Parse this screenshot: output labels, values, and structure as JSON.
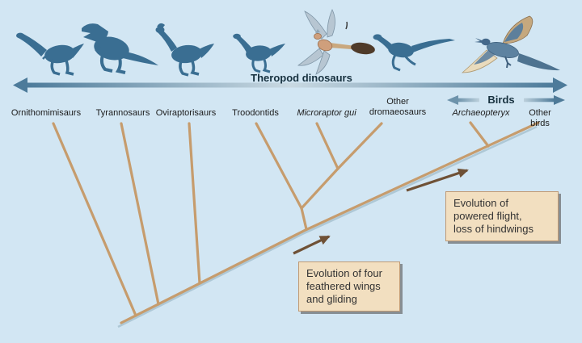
{
  "diagram": {
    "title_arrow": {
      "label": "Theropod dinosaurs"
    },
    "birds_arrow": {
      "label": "Birds"
    },
    "taxa": [
      {
        "name": "Ornithomimisaurs",
        "italic": false
      },
      {
        "name": "Tyrannosaurs",
        "italic": false
      },
      {
        "name": "Oviraptorisaurs",
        "italic": false
      },
      {
        "name": "Troodontids",
        "italic": false
      },
      {
        "name": "Microraptor gui",
        "italic": true
      },
      {
        "name": "Other\ndromaeosaurs",
        "italic": false
      },
      {
        "name": "Archaeopteryx",
        "italic": true
      },
      {
        "name": "Other birds",
        "italic": false
      }
    ],
    "annotations": [
      {
        "text": "Evolution of four\nfeathered wings\nand gliding"
      },
      {
        "text": "Evolution of\npowered flight,\nloss of hindwings"
      }
    ],
    "cladogram": {
      "root": "Theropod dinosaurs",
      "branch_order_from_root": [
        "Ornithomimisaurs",
        "Tyrannosaurs",
        "Oviraptorisaurs",
        [
          [
            "Troodontids"
          ],
          [
            "Microraptor gui",
            "Other dromaeosaurs"
          ]
        ],
        [
          "Archaeopteryx",
          "Other birds"
        ]
      ]
    },
    "colors": {
      "background": "#d2e6f3",
      "tree_line": "#c69c6d",
      "tree_shadow": "#aec8d6",
      "silhouette_blue": "#3a6e92",
      "annotation_box_fill": "#f2dfc0",
      "annotation_box_border": "#c09a74",
      "evolution_arrow_brown": "#6f5136",
      "range_arrow_blue": "#4d7b9a",
      "feather_tan": "#cf9f7c",
      "wing_gray_blue": "#b7c6d2"
    }
  }
}
